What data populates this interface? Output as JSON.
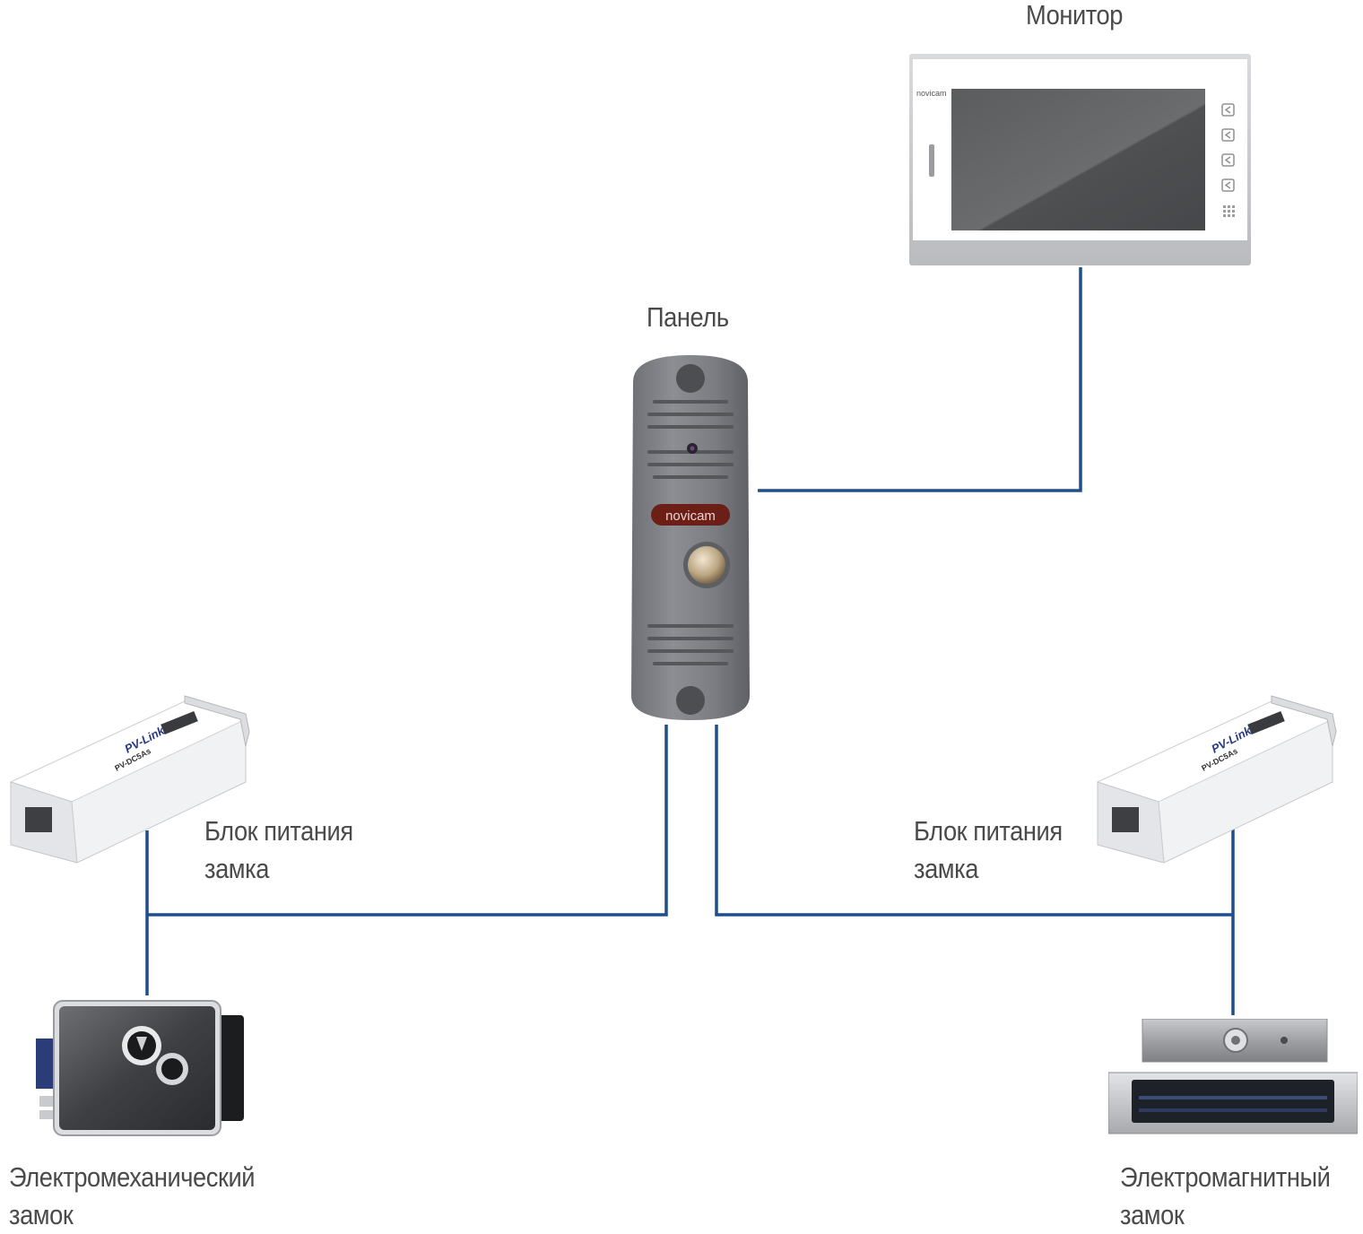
{
  "labels": {
    "monitor": "Монитор",
    "panel": "Панель",
    "power_left_line1": "Блок питания",
    "power_left_line2": "замка",
    "power_right_line1": "Блок питания",
    "power_right_line2": "замка",
    "lock_em_line1": "Электромеханический",
    "lock_em_line2": "замок",
    "lock_mag_line1": "Электромагнитный",
    "lock_mag_line2": "замок"
  },
  "brand": {
    "monitor_logo": "novicam",
    "panel_logo": "novicam",
    "psu_brand": "PV-Link",
    "psu_model": "PV-DC5As"
  },
  "colors": {
    "wire": "#1f4e8c",
    "panel_badge": "#6b1f17"
  }
}
